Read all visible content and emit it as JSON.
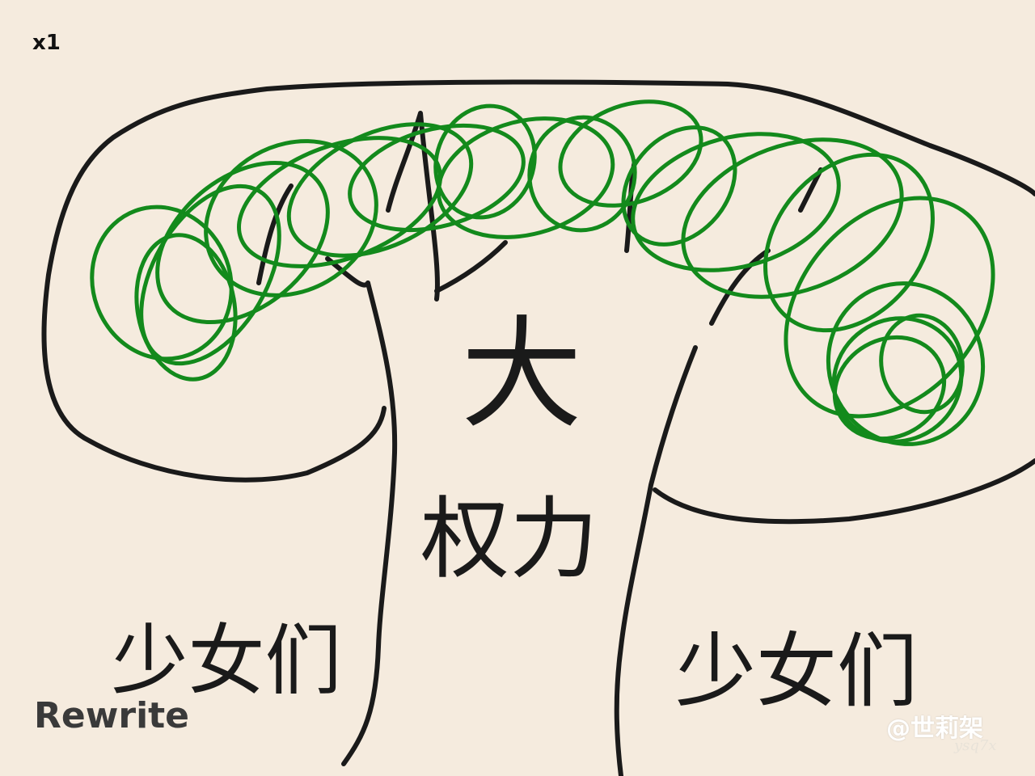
{
  "counter": "x1",
  "rewrite_label": "Rewrite",
  "watermark": "@世莉架",
  "signature": "ysq7x",
  "handwriting": {
    "center_top": "大",
    "center_mid": "权力",
    "left_bottom": "少女们",
    "right_bottom": "少女们"
  },
  "colors": {
    "background": "#f5ebde",
    "ink": "#1a1a1a",
    "scribble": "#138a1c"
  }
}
